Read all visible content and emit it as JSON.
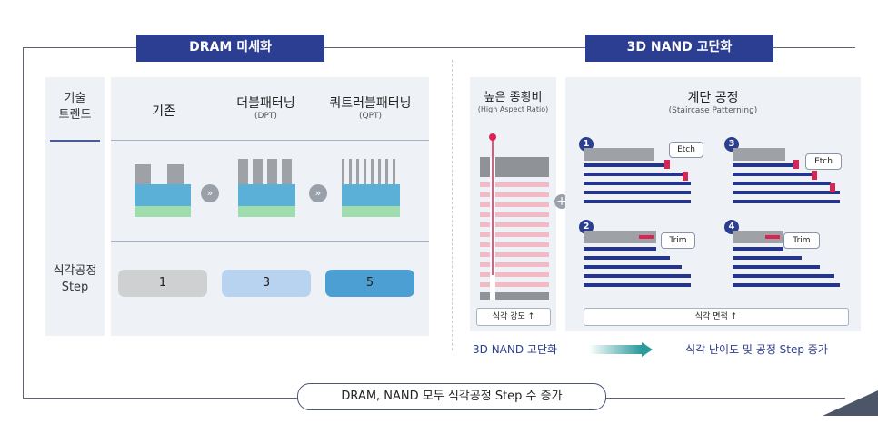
{
  "dram": {
    "title": "DRAM 미세화"
  },
  "nand": {
    "title": "3D NAND 고단화"
  },
  "rows": {
    "trend_label": "기술\n트렌드",
    "step_label": "식각공정\nStep"
  },
  "columns": [
    {
      "title": "기존",
      "subtitle": ""
    },
    {
      "title": "더블패터닝",
      "subtitle": "(DPT)"
    },
    {
      "title": "쿼트러블패터닝",
      "subtitle": "(QPT)"
    }
  ],
  "steps": [
    {
      "value": "1",
      "color": "#cfd0d2"
    },
    {
      "value": "3",
      "color": "#b8d3ef"
    },
    {
      "value": "5",
      "color": "#4b9fd3"
    }
  ],
  "har": {
    "title": "높은 종횡비",
    "subtitle": "(High Aspect Ratio)",
    "caption": "식각 강도 ↑"
  },
  "staircase": {
    "title": "계단 공정",
    "subtitle": "(Staircase Patterning)",
    "caption": "식각 면적 ↑",
    "panels": [
      {
        "number": "1",
        "tag": "Etch"
      },
      {
        "number": "3",
        "tag": "Etch"
      },
      {
        "number": "2",
        "tag": "Trim"
      },
      {
        "number": "4",
        "tag": "Trim"
      }
    ]
  },
  "plus_icon": "plus-circle-icon",
  "chevron_icon": "chevron-right-circle-icon",
  "bottom": {
    "left": "3D NAND 고단화",
    "right": "식각 난이도 및 공정 Step 증가"
  },
  "footer": {
    "text": "DRAM, NAND 모두 식각공정 Step 수 증가"
  },
  "colors": {
    "navy": "#2c3e91",
    "substrate": "#5bb0d8",
    "base": "#9fdcae",
    "mask": "#9ea1a5",
    "etch_marker": "#d92454"
  }
}
